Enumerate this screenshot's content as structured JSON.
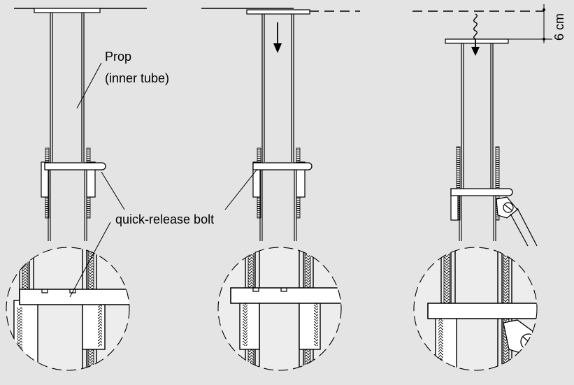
{
  "labels": {
    "prop": "Prop",
    "inner_tube": "(inner tube)",
    "bolt": "quick-release bolt",
    "dimension": "6 cm"
  },
  "colors": {
    "background": "#e4e4e4",
    "line": "#000000",
    "detail_fill": "#ededed"
  }
}
